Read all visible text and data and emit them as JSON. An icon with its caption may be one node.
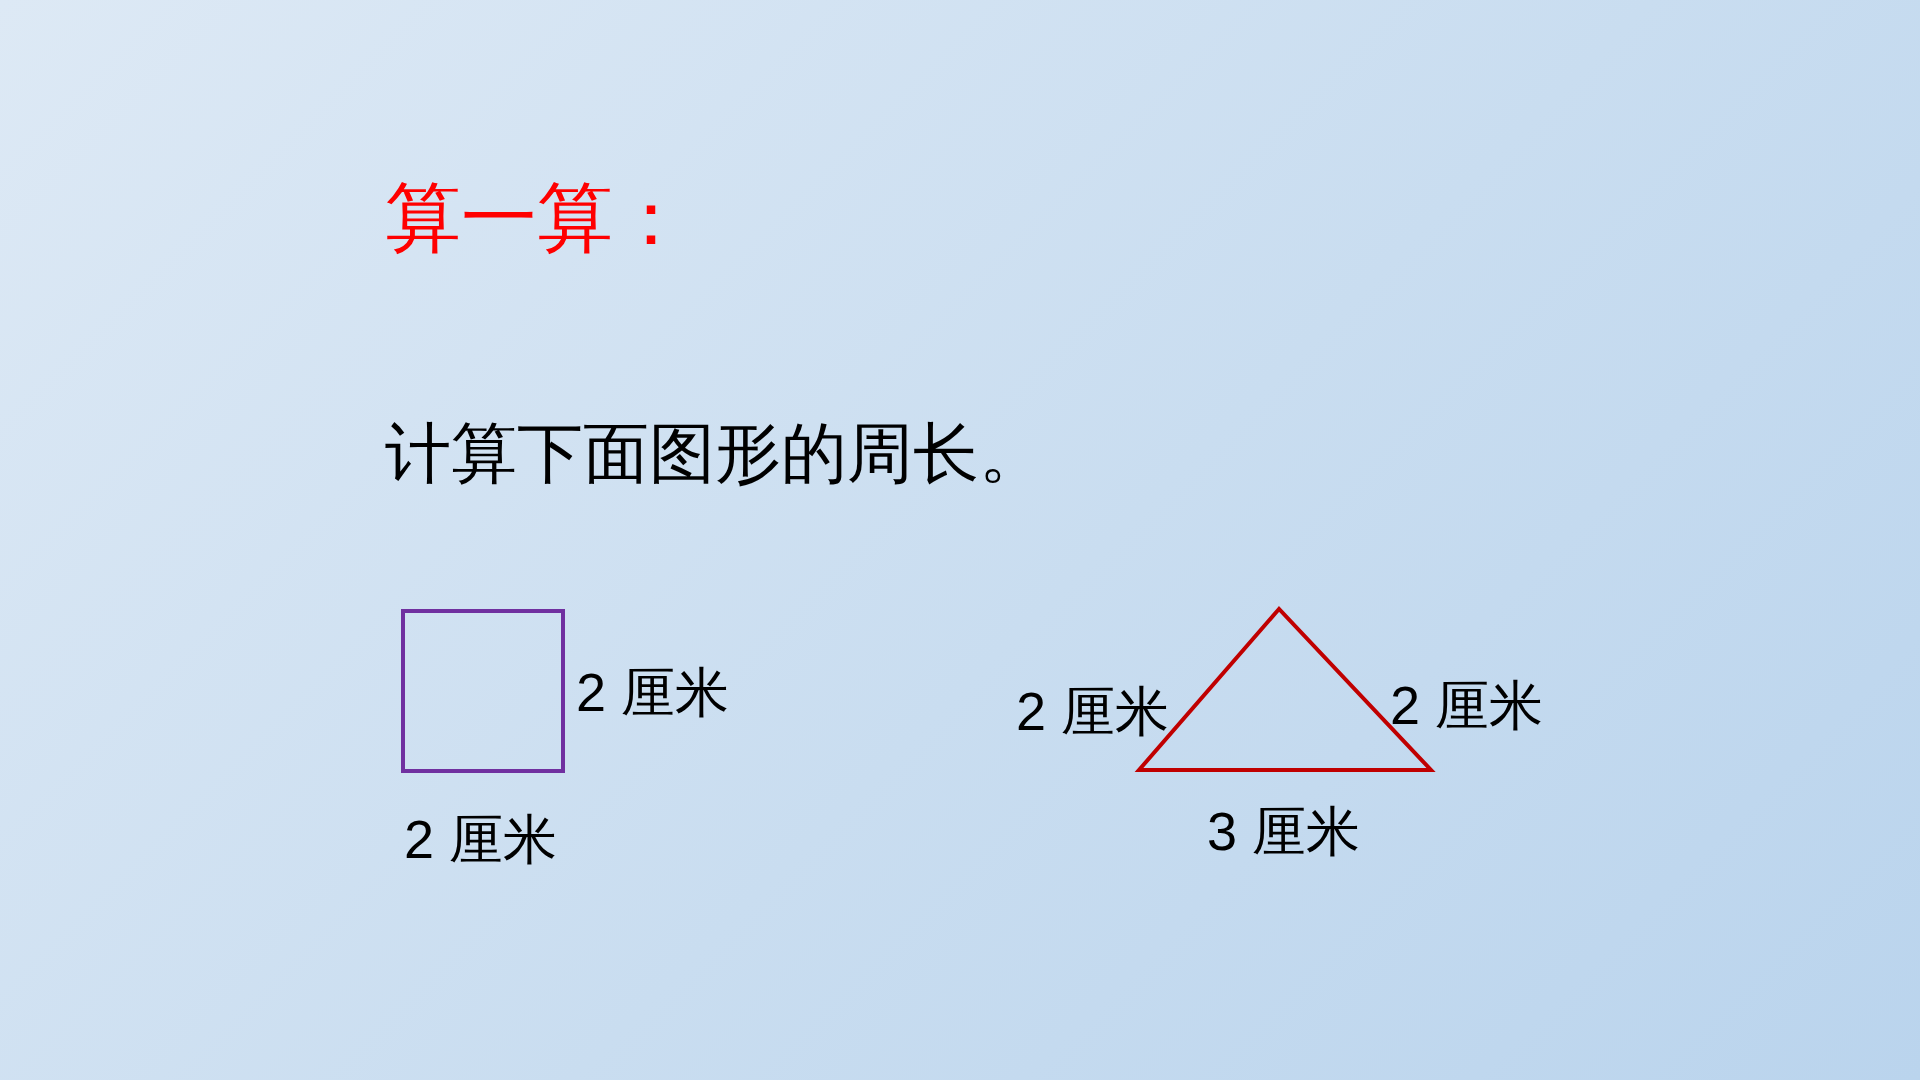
{
  "diagram": {
    "title": "算一算：",
    "nodes": [
      {
        "text": [],
        "shape": "square",
        "beside": [
          "2 厘米",
          "2 厘米"
        ]
      },
      {
        "text": [],
        "shape": "triangle",
        "beside": [
          "2 厘米",
          "2 厘米",
          "3 厘米"
        ]
      }
    ],
    "edges": [],
    "labels": [
      "计算下面图形的周长。"
    ]
  }
}
